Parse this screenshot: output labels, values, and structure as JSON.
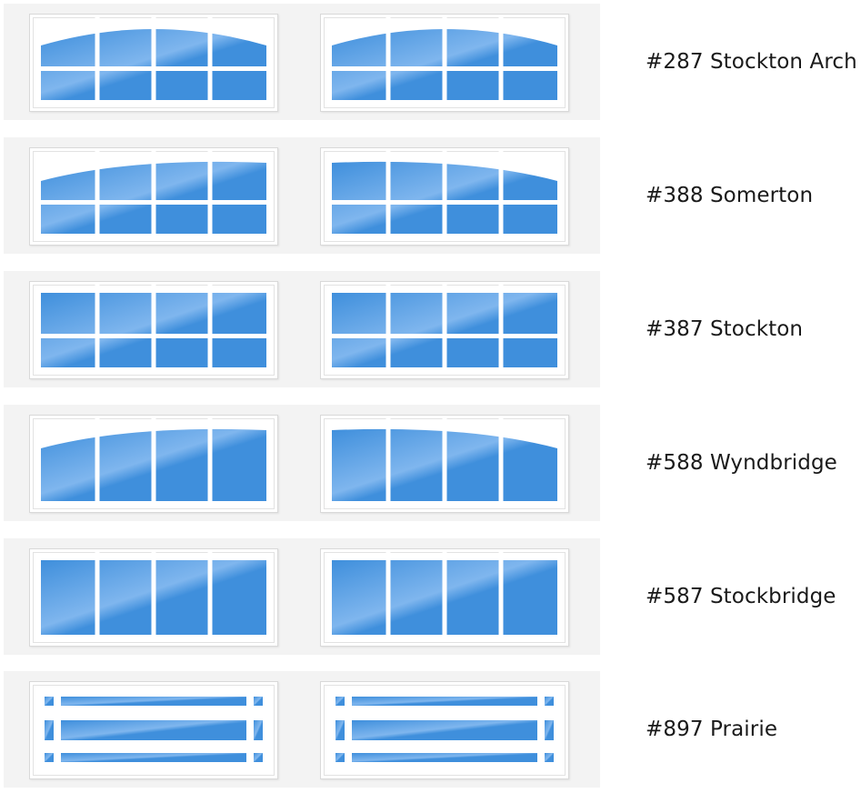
{
  "colors": {
    "glass": "#3f8fdc",
    "glass_light": "#7fb6ee",
    "muntin": "#ffffff",
    "background": "#f3f3f3"
  },
  "styles": [
    {
      "label": "#287 Stockton Arch",
      "arch": "center",
      "grid": "8-lite"
    },
    {
      "label": "#388 Somerton",
      "arch": "sweep",
      "grid": "8-lite"
    },
    {
      "label": "#387 Stockton",
      "arch": "none",
      "grid": "8-lite"
    },
    {
      "label": "#588 Wyndbridge",
      "arch": "sweep",
      "grid": "4-lite"
    },
    {
      "label": "#587 Stockbridge",
      "arch": "none",
      "grid": "4-lite"
    },
    {
      "label": "#897 Prairie",
      "arch": "none",
      "grid": "prairie"
    }
  ]
}
